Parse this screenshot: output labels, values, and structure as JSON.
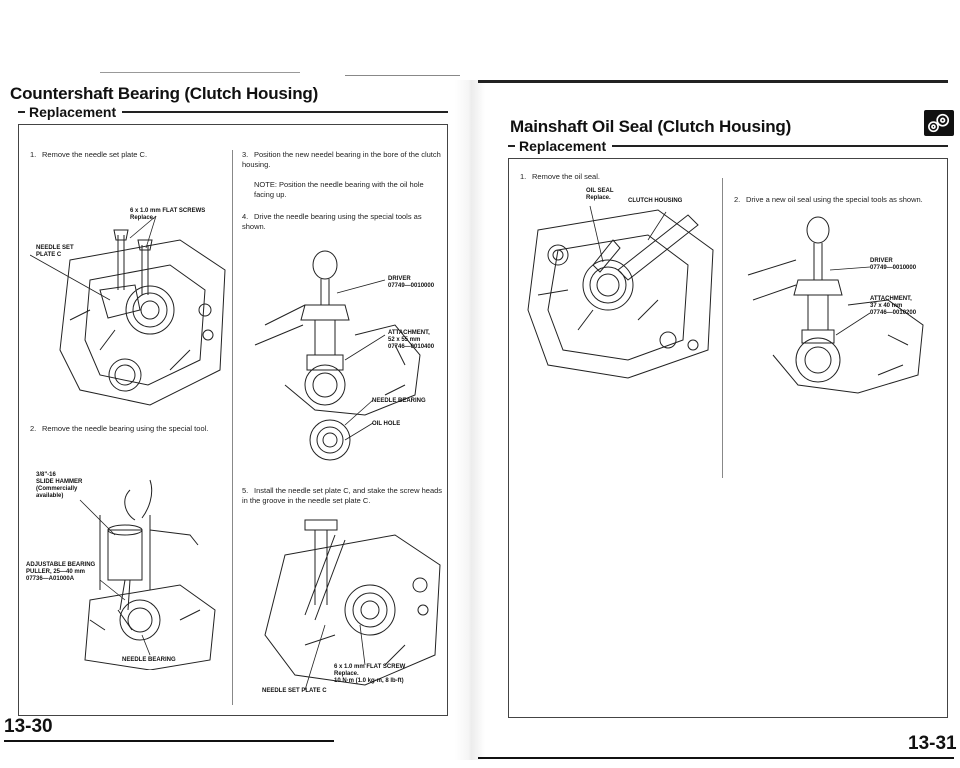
{
  "left": {
    "title": "Countershaft Bearing (Clutch Housing)",
    "subtitle": "Replacement",
    "steps": [
      {
        "num": "1.",
        "text": "Remove the needle set plate C."
      },
      {
        "num": "2.",
        "text": "Remove the needle bearing using the special tool."
      },
      {
        "num": "3.",
        "text": "Position the new needel bearing in the bore of the clutch housing."
      },
      {
        "num": "4.",
        "text": "Drive the needle bearing using the special tools as shown."
      },
      {
        "num": "5.",
        "text": "Install the needle set plate C, and stake the screw heads in the groove in the needle set plate C."
      }
    ],
    "note": "NOTE: Position the needle bearing with the oil hole facing up.",
    "callouts": {
      "flat_screws": "6 x 1.0 mm FLAT SCREWS\nReplace.",
      "needle_set_plate": "NEEDLE SET\nPLATE C",
      "slide_hammer": "3/8\"-16\nSLIDE HAMMER\n(Commercially\navailable)",
      "puller": "ADJUSTABLE BEARING\nPULLER, 25—40 mm\n07736—A01000A",
      "needle_bearing_a": "NEEDLE BEARING",
      "driver": "DRIVER\n07749—0010000",
      "attachment": "ATTACHMENT,\n52 x 55 mm\n07746—0010400",
      "needle_bearing_b": "NEEDLE BEARING",
      "oil_hole": "OIL HOLE",
      "flat_screw": "6 x 1.0 mm FLAT SCREW\nReplace.\n10 N·m (1.0 kg-m, 8 lb-ft)",
      "needle_set_plate_c": "NEEDLE SET PLATE C"
    },
    "page_number": "13-30"
  },
  "right": {
    "title": "Mainshaft Oil Seal (Clutch Housing)",
    "subtitle": "Replacement",
    "steps": [
      {
        "num": "1.",
        "text": "Remove the oil seal."
      },
      {
        "num": "2.",
        "text": "Drive a new oil seal using the special tools as shown."
      }
    ],
    "callouts": {
      "oil_seal": "OIL SEAL\nReplace.",
      "clutch_housing": "CLUTCH HOUSING",
      "driver": "DRIVER\n07749—0010000",
      "attachment": "ATTACHMENT,\n37 x 40 mm\n07746—0010200"
    },
    "page_number": "13-31"
  },
  "colors": {
    "ink": "#111111",
    "paper": "#ffffff"
  },
  "icons": [
    "transmission-section-icon"
  ]
}
